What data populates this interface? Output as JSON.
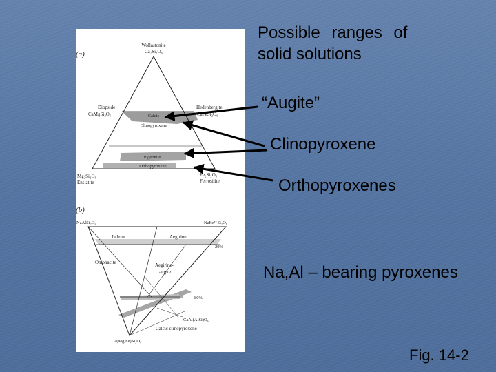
{
  "slide": {
    "title_line1": "Possible   ranges   of",
    "title_line2": "solid solutions",
    "label_augite": "“Augite”",
    "label_clinopyroxene": "Clinopyroxene",
    "label_orthopyroxenes": "Orthopyroxenes",
    "label_na_al": "Na,Al – bearing pyroxenes",
    "caption": "Fig. 14-2"
  },
  "figure": {
    "panel_a": {
      "letter": "(a)",
      "apex_name": "Wollastonite",
      "apex_formula": "Ca₂Si₂O₆",
      "diopside": "Diopside",
      "diopside_formula": "CaMgSi₂O₆",
      "hedenbergite": "Hedenbergite",
      "hedenbergite_formula": "CaFeSi₂O₆",
      "calcic_1": "Calcic",
      "calcic_2": "Clinopyroxene",
      "pigeonite": "Pigeonite",
      "orthopyroxene": "Orthopyroxene",
      "enstatite_formula": "Mg₂Si₂O₆",
      "enstatite": "Enstatite",
      "ferrosilite_formula": "Fe₂Si₂O₆",
      "ferrosilite": "Ferrosilite"
    },
    "panel_b": {
      "letter": "(b)",
      "naalsi": "NaAlSi₂O₆",
      "nafesi": "NaFe³⁺Si₂O₆",
      "jadeite": "Jadeite",
      "aegirine": "Aegirine",
      "pct20": "20%",
      "omphacite": "Omphacite",
      "aeg_augite_1": "Aegirine-",
      "aeg_augite_2": "augite",
      "pct80": "80%",
      "caal": "CaAl(AlSi)O₆",
      "calcic_clino": "Calcic clinopyroxene",
      "bottom_formula": "Ca(Mg,Fe)Si₂O₆"
    }
  }
}
